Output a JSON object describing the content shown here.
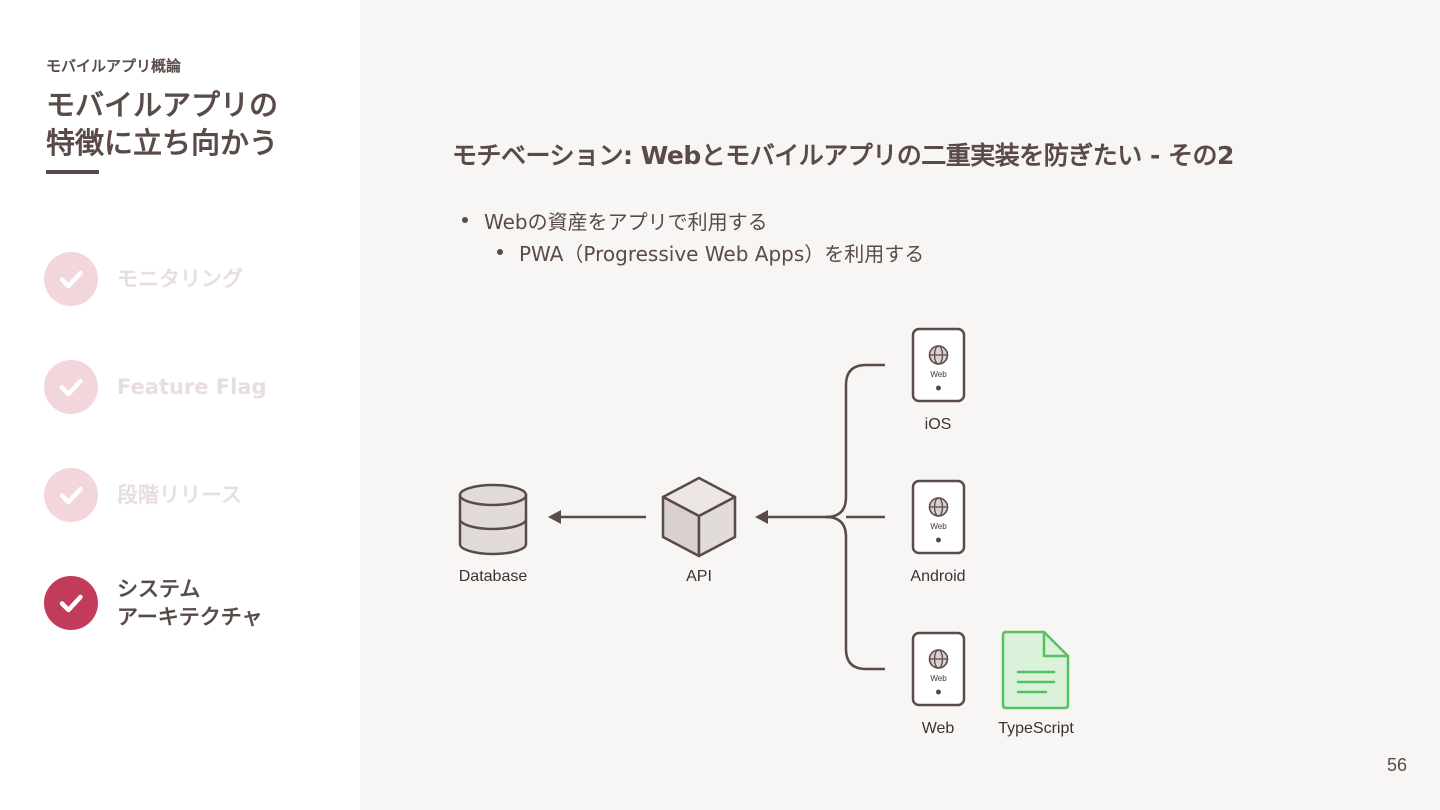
{
  "sidebar": {
    "course": "モバイルアプリ概論",
    "chapter_line1": "モバイルアプリの",
    "chapter_line2": "特徴に立ち向かう",
    "steps": [
      {
        "label": "モニタリング",
        "active": false
      },
      {
        "label": "Feature Flag",
        "active": false
      },
      {
        "label": "段階リリース",
        "active": false
      },
      {
        "label_line1": "システム",
        "label_line2": "アーキテクチャ",
        "active": true
      }
    ]
  },
  "main": {
    "title": "モチベーション: Webとモバイルアプリの二重実装を防ぎたい - その2",
    "bullets": [
      {
        "text": "Webの資産をアプリで利用する",
        "level": 1
      },
      {
        "text": "PWA（Progressive Web Apps）を利用する",
        "level": 2
      }
    ]
  },
  "diagram": {
    "database": "Database",
    "api": "API",
    "ios": "iOS",
    "android": "Android",
    "web": "Web",
    "typescript": "TypeScript",
    "device_screen_text": "Web"
  },
  "colors": {
    "accent": "#c33b5a",
    "inactive_check": "#f2d6dc",
    "text": "#5a4a48",
    "typescript_green": "#58c15f"
  },
  "page_number": "56"
}
